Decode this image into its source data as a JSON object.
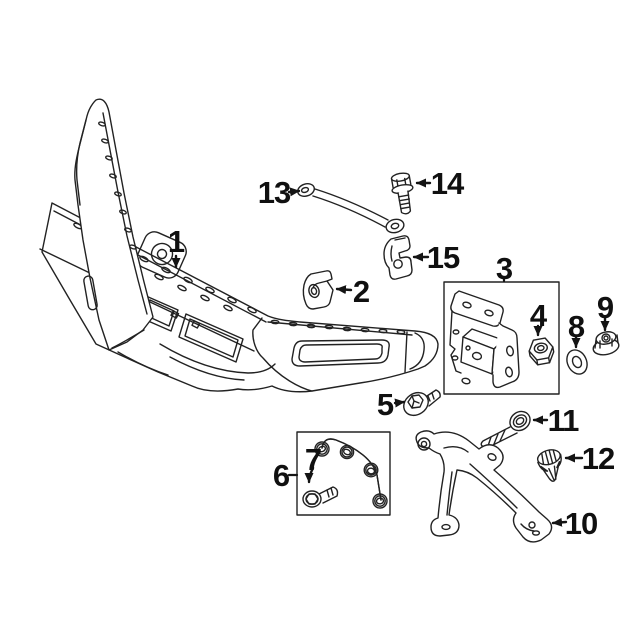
{
  "diagram": {
    "kind": "exploded-parts-diagram",
    "subject": "front bumper assembly",
    "background": "#ffffff",
    "line_color": "#222222",
    "highlight_color": "#3c5fae",
    "highlight_outline": "#1e3e7e",
    "callouts": [
      {
        "label": "1"
      },
      {
        "label": "2"
      },
      {
        "label": "3"
      },
      {
        "label": "4"
      },
      {
        "label": "5"
      },
      {
        "label": "6"
      },
      {
        "label": "7"
      },
      {
        "label": "8"
      },
      {
        "label": "9"
      },
      {
        "label": "10"
      },
      {
        "label": "11"
      },
      {
        "label": "12"
      },
      {
        "label": "13"
      },
      {
        "label": "14"
      },
      {
        "label": "15"
      }
    ]
  }
}
